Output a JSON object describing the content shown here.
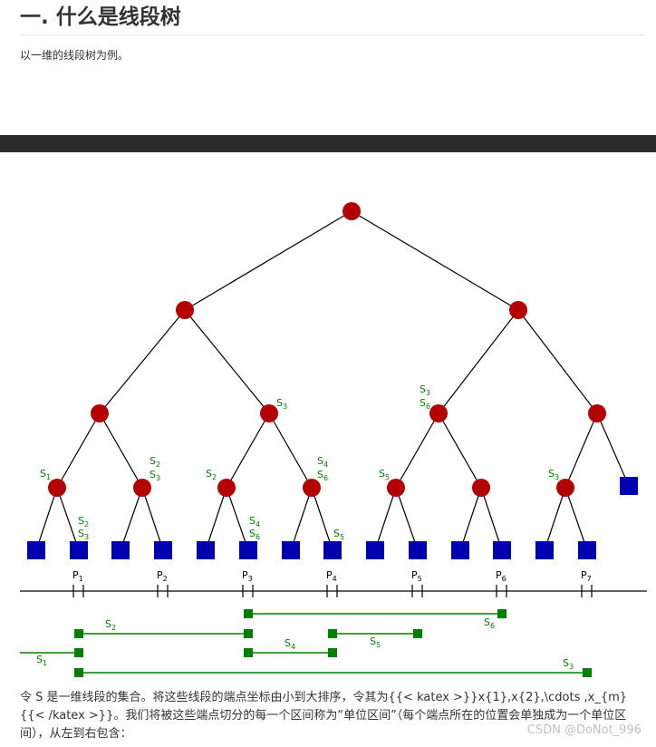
{
  "heading": "一. 什么是线段树",
  "intro": "以一维的线段树为例。",
  "body_text": "令 S 是一维线段的集合。将这些线段的端点坐标由小到大排序，令其为{{< katex >}}x{1},x{2},\\cdots ,x_{m} {{< /katex >}}。我们将被这些端点切分的每一个区间称为“单位区间”（每个端点所在的位置会单独成为一个单位区间），从左到右包含：",
  "watermark": "CSDN @DoNot_996",
  "colors": {
    "node": "#b30000",
    "leaf": "#0000b3",
    "segment": "#008000",
    "band": "#2b2b2b"
  },
  "diagram": {
    "points": [
      "P1",
      "P2",
      "P3",
      "P4",
      "P5",
      "P6",
      "P7"
    ],
    "segment_labels": [
      "S1",
      "S2",
      "S3",
      "S4",
      "S5",
      "S6"
    ]
  }
}
